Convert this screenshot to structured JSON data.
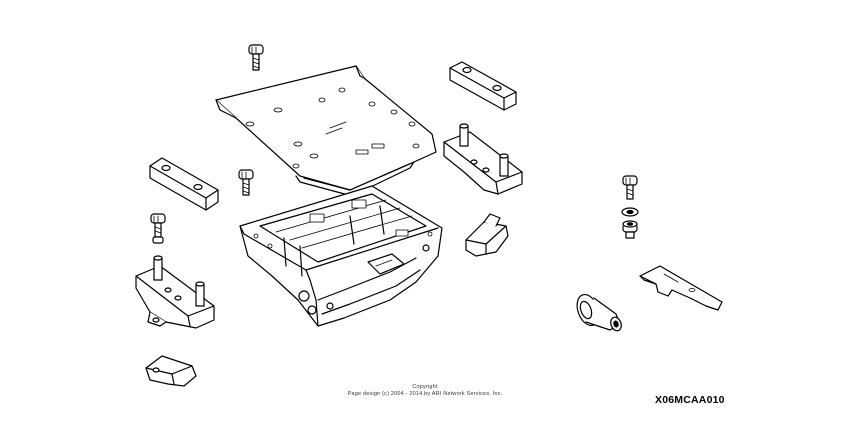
{
  "copyright": {
    "line1": "Copyright",
    "line2": "Page design (c) 2004 - 2014 by ARI Network Services, Inc."
  },
  "diagram_code": "X06MCAA010",
  "parts": [
    {
      "name": "top-bolt",
      "icon": "bolt-icon"
    },
    {
      "name": "top-cover-plate",
      "icon": "plate-icon"
    },
    {
      "name": "right-rubber-block",
      "icon": "rubber-block-icon"
    },
    {
      "name": "left-rubber-block",
      "icon": "rubber-block-icon"
    },
    {
      "name": "center-bolt",
      "icon": "bolt-icon"
    },
    {
      "name": "right-mount-bracket",
      "icon": "bracket-icon"
    },
    {
      "name": "frame-assembly",
      "icon": "frame-icon"
    },
    {
      "name": "small-clip",
      "icon": "clip-icon"
    },
    {
      "name": "left-bolt",
      "icon": "bolt-icon"
    },
    {
      "name": "left-mount-bracket",
      "icon": "bracket-icon"
    },
    {
      "name": "bottom-clip",
      "icon": "clip-icon"
    },
    {
      "name": "bolt-washer-set",
      "icon": "bolt-washer-icon"
    },
    {
      "name": "flat-bracket-strip",
      "icon": "strip-icon"
    },
    {
      "name": "rubber-grommet",
      "icon": "grommet-icon"
    }
  ]
}
